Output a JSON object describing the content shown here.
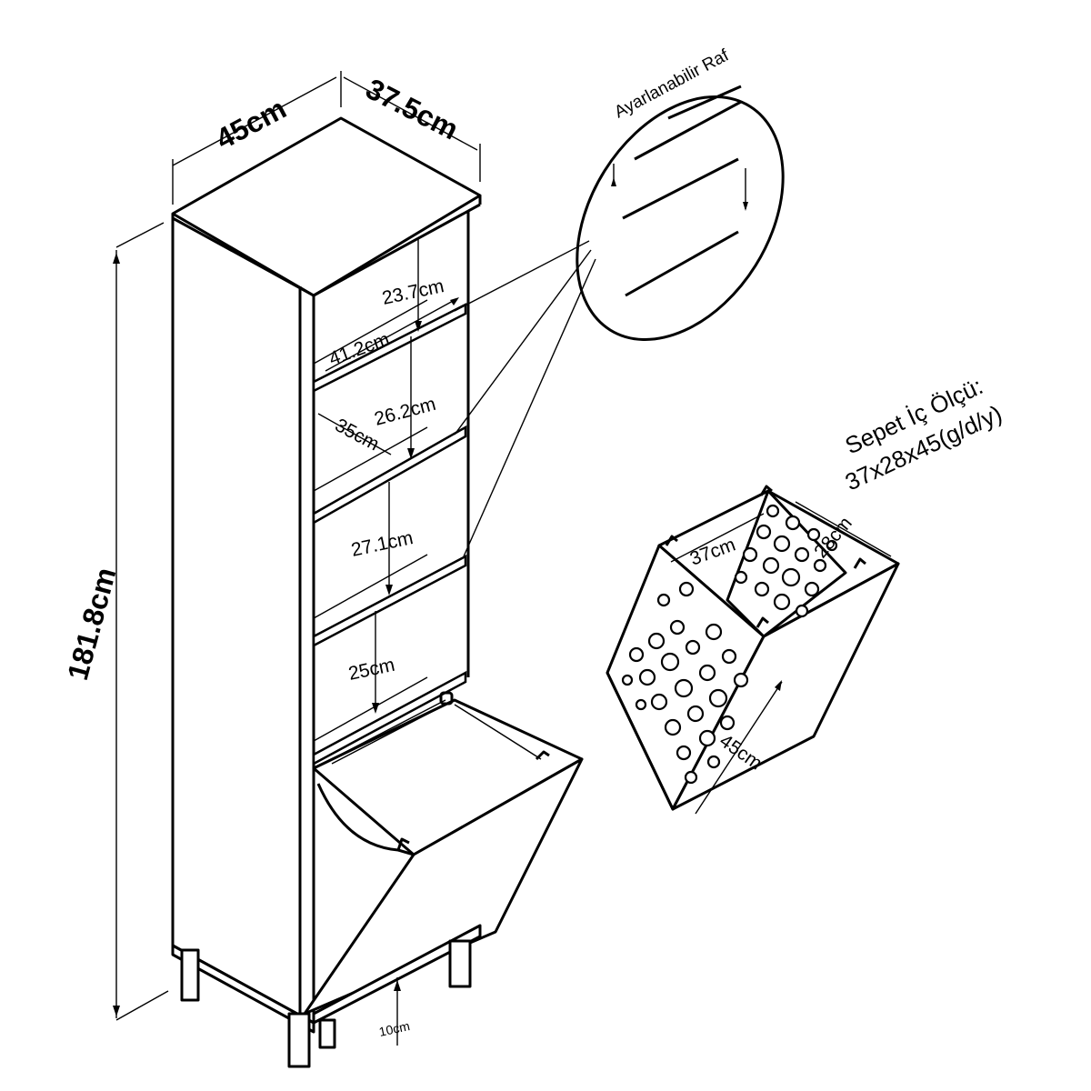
{
  "cabinet": {
    "width_label": "45cm",
    "depth_label": "37.5cm",
    "height_label": "181.8cm",
    "shelf_labels": {
      "top_gap": "23.7cm",
      "shelf_width": "41.2cm",
      "gap_2": "26.2cm",
      "shelf_depth": "35cm",
      "gap_3": "27.1cm",
      "gap_4": "25cm",
      "leg_height": "10cm"
    }
  },
  "detail": {
    "title": "Ayarlanabilir Raf"
  },
  "basket": {
    "note_line1": "Sepet İç Ölçü:",
    "note_line2": "37x28x45(g/d/y)",
    "width_label": "37cm",
    "depth_label": "28cm",
    "height_label": "45cm"
  }
}
